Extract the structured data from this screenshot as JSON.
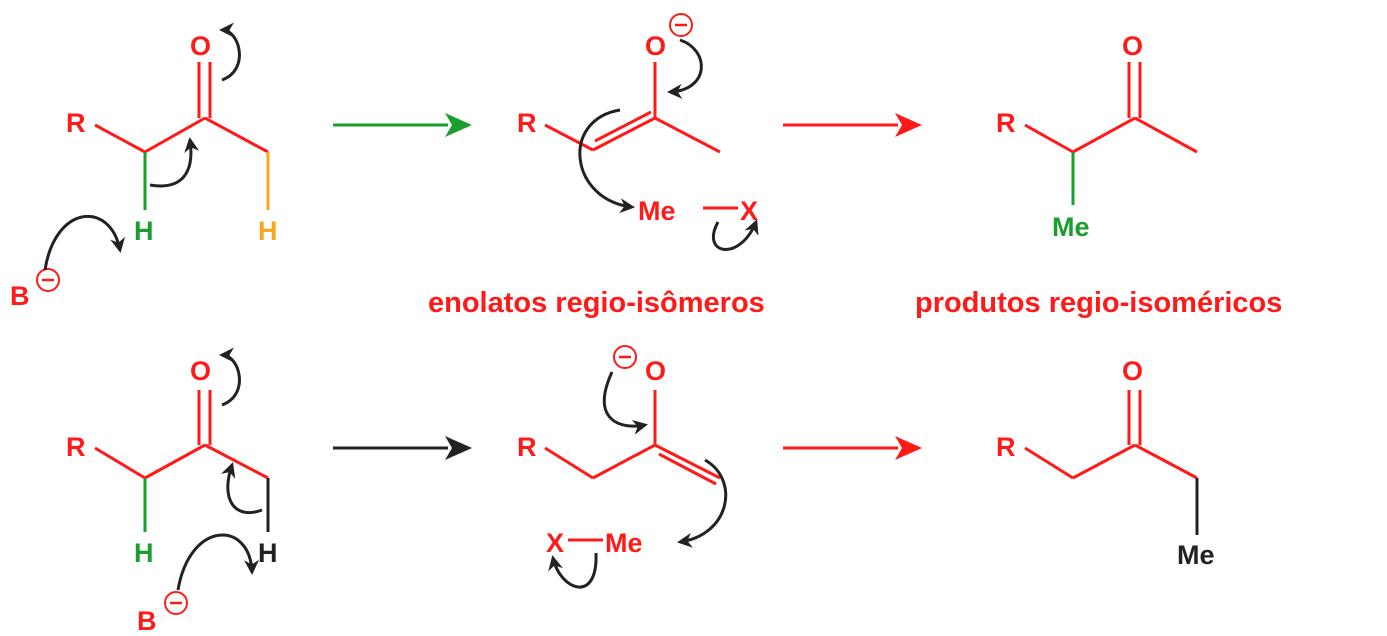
{
  "colors": {
    "main": "#ff1a1a",
    "green": "#1a9e2e",
    "orange": "#f5a623",
    "arrow_dark": "#222222",
    "arrow_green": "#1a9e2e",
    "arrow_red": "#ff1a1a"
  },
  "labels": {
    "top": {
      "ketone_O": "O",
      "ketone_R": "R",
      "ketone_H_left": "H",
      "ketone_H_right": "H",
      "base_B": "B",
      "enolate_O": "O",
      "enolate_R": "R",
      "reagent_Me": "Me",
      "reagent_X": "X",
      "product_O": "O",
      "product_R": "R",
      "product_Me": "Me"
    },
    "bottom": {
      "ketone_O": "O",
      "ketone_R": "R",
      "ketone_H_left": "H",
      "ketone_H_right": "H",
      "base_B": "B",
      "enolate_O": "O",
      "enolate_R": "R",
      "reagent_X": "X",
      "reagent_Me": "Me",
      "product_O": "O",
      "product_R": "R",
      "product_Me": "Me"
    },
    "minus": "−"
  },
  "captions": {
    "enolates": "enolatos regio-isômeros",
    "products": "produtos regio-isoméricos"
  }
}
